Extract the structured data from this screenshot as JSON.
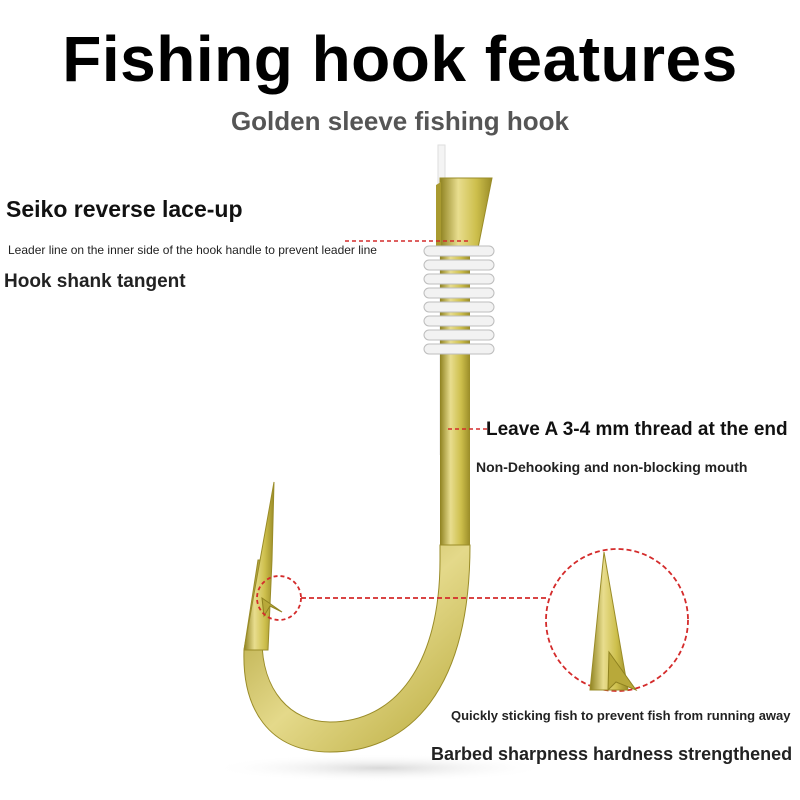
{
  "title": "Fishing hook features",
  "subtitle": "Golden sleeve fishing hook",
  "annotations": {
    "seiko": "Seiko reverse lace-up",
    "leader": "Leader line on the inner side of the hook handle to prevent leader line",
    "shank": "Hook shank tangent",
    "leave": "Leave A 3-4 mm thread at the end",
    "non_dehooking": "Non-Dehooking and non-blocking mouth",
    "quick": "Quickly sticking fish to prevent fish from running away",
    "barbed": "Barbed sharpness hardness strengthened"
  },
  "colors": {
    "gold": "#cdbf4c",
    "gold_dark": "#8f8220",
    "gold_light": "#ece3a0",
    "callout_red": "#d42b2b"
  }
}
